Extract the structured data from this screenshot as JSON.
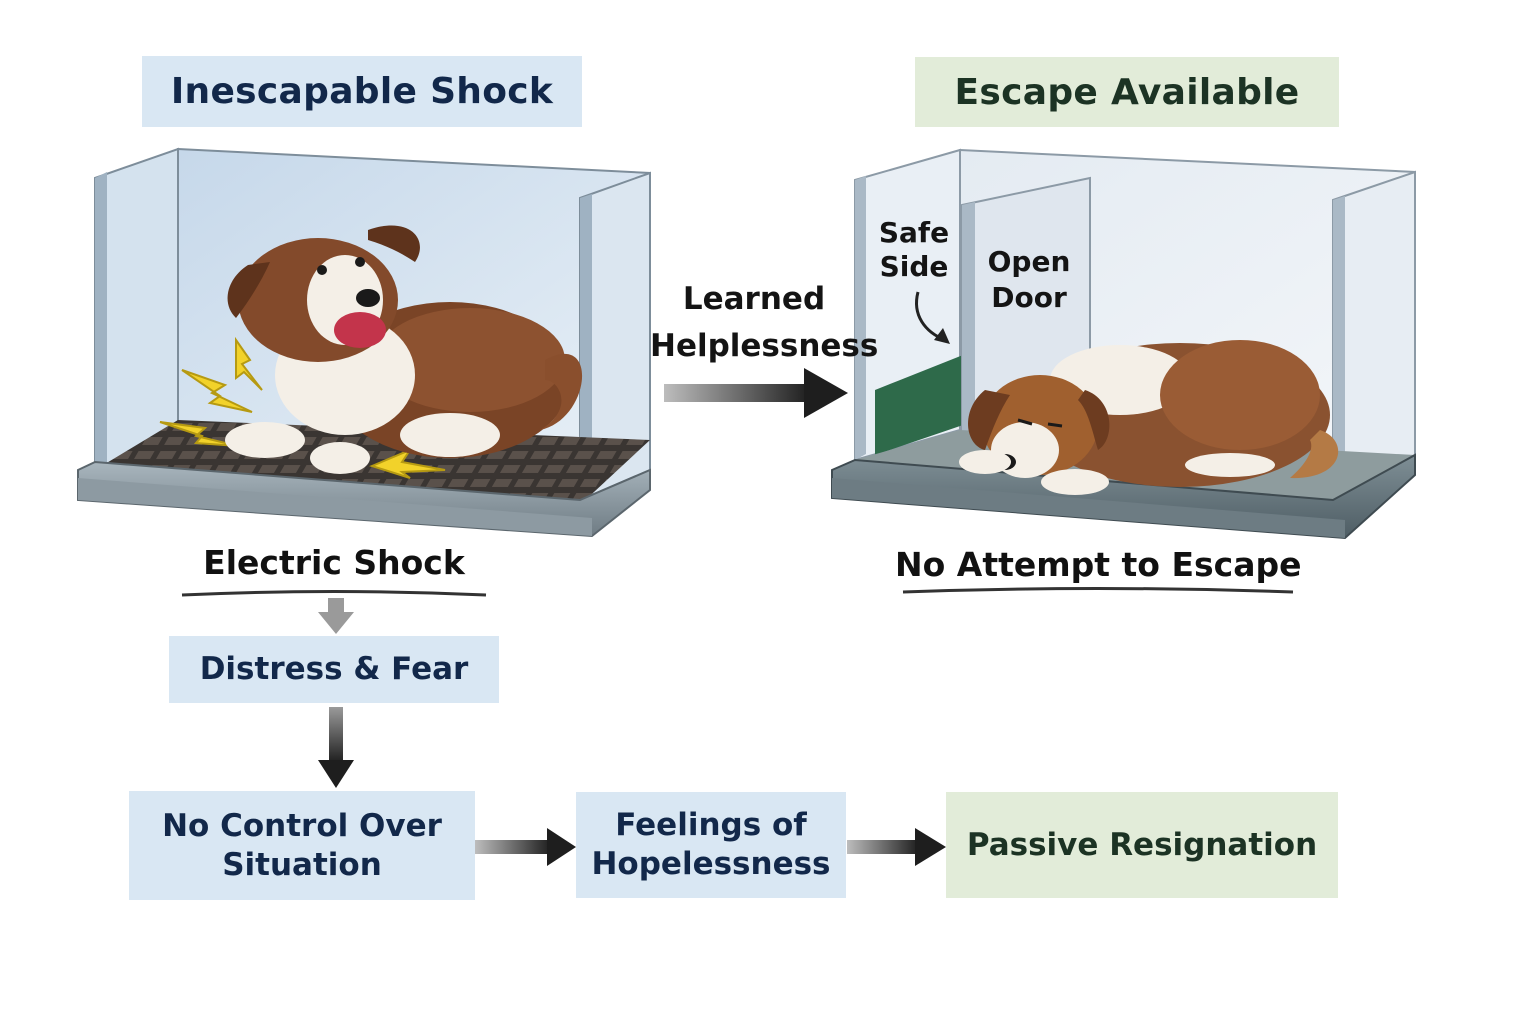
{
  "left_panel": {
    "header": "Inescapable Shock",
    "caption": "Electric Shock"
  },
  "right_panel": {
    "header": "Escape Available",
    "caption": "No Attempt to Escape",
    "safe_side_label": [
      "Safe",
      "Side"
    ],
    "open_door_label": [
      "Open",
      "Door"
    ]
  },
  "transition_label": [
    "Learned",
    "Helplessness"
  ],
  "flow": {
    "distress": "Distress & Fear",
    "no_control": [
      "No Control Over",
      "Situation"
    ],
    "hopelessness": [
      "Feelings of",
      "Hopelessness"
    ],
    "resignation": "Passive Resignation"
  },
  "colors": {
    "blue_box": "#d9e7f3",
    "green_box": "#e2ecd9",
    "text_dark": "#12284a",
    "arrow": "#1e1e1e",
    "shock_yellow": "#f2d22a"
  },
  "icons": [
    "dog-shocked-illustration",
    "dog-lying-illustration",
    "lightning-bolt-icon"
  ]
}
